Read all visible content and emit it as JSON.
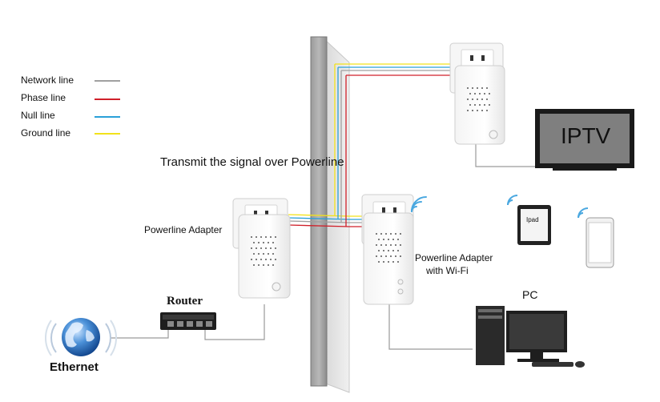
{
  "legend": {
    "items": [
      {
        "label": "Network line",
        "color": "#a0a0a0"
      },
      {
        "label": "Phase line",
        "color": "#d0202a"
      },
      {
        "label": "Null line",
        "color": "#2aa0d8"
      },
      {
        "label": "Ground line",
        "color": "#f2e21a"
      }
    ]
  },
  "diagram": {
    "title": "Transmit the signal over Powerline",
    "adapter_left_label": "Powerline Adapter",
    "adapter_wifi_label_line1": "Powerline Adapter",
    "adapter_wifi_label_line2": "with Wi-Fi",
    "router_label": "Router",
    "ethernet_label": "Ethernet",
    "iptv_label": "IPTV",
    "ipad_label": "Ipad",
    "pc_label": "PC"
  },
  "icons": [
    "globe-icon",
    "router-icon",
    "tv-icon",
    "tablet-icon",
    "phone-icon",
    "pc-icon",
    "wifi-icon"
  ]
}
